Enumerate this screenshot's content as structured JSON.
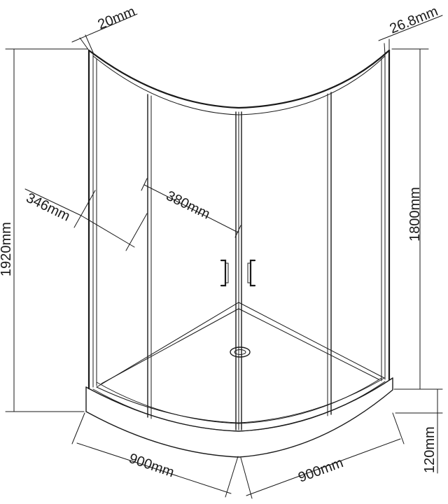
{
  "diagram": {
    "labels": {
      "wall_profile_width": "20mm",
      "door_profile_width": "26.8mm",
      "side_panel_width": "346mm",
      "door_opening_width": "380mm",
      "total_height": "1920mm",
      "glass_height": "1800mm",
      "tray_height": "120mm",
      "left_depth": "900mm",
      "right_depth": "900mm"
    },
    "colors": {
      "line": "#1a1a1a",
      "background": "#ffffff"
    }
  }
}
